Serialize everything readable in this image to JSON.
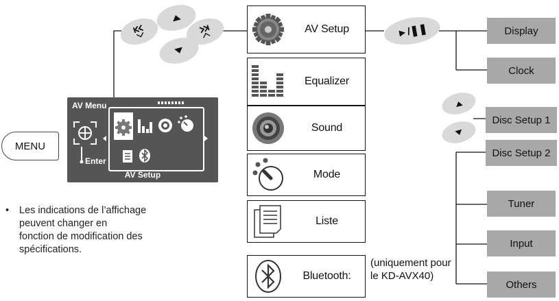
{
  "control_panel": {
    "menu_key": "MENU",
    "screen": {
      "title": "AV Menu",
      "side_label": "Enter",
      "footer": "AV Setup"
    }
  },
  "note": {
    "bullet": "•",
    "lines": [
      "Les indications de l’affichage",
      "peuvent changer en",
      "fonction de modification des",
      "spécifications."
    ]
  },
  "menu_items": [
    {
      "label": "AV Setup",
      "icon": "gear-icon"
    },
    {
      "label": "Equalizer",
      "icon": "equalizer-icon"
    },
    {
      "label": "Sound",
      "icon": "speaker-icon"
    },
    {
      "label": "Mode",
      "icon": "mode-dial-icon"
    },
    {
      "label": "Liste",
      "icon": "list-icon"
    },
    {
      "label": "Bluetooth:",
      "icon": "bluetooth-icon"
    }
  ],
  "bluetooth_note": [
    "(uniquement pour",
    "le KD-AVX40)"
  ],
  "buttons": {
    "skip_back": "skip-back-icon",
    "up": "up-arrow-icon",
    "down": "down-arrow-icon",
    "skip_forward": "skip-forward-icon",
    "play_pause": "►/❚❚"
  },
  "setup_items": [
    "Display",
    "Clock",
    "Disc Setup 1",
    "Disc Setup 2",
    "Tuner",
    "Input",
    "Others"
  ],
  "colors": {
    "oval": "#d9d9d9",
    "tab": "#a8a8a8",
    "screen": "#555555"
  }
}
